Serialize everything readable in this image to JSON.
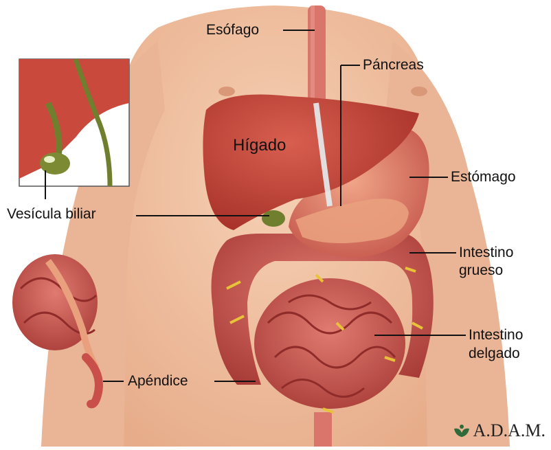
{
  "labels": {
    "esofago": "Esófago",
    "pancreas": "Páncreas",
    "higado": "Hígado",
    "estomago": "Estómago",
    "vesicula": "Vesícula biliar",
    "intestino_grueso_1": "Intestino",
    "intestino_grueso_2": "grueso",
    "intestino_delgado_1": "Intestino",
    "intestino_delgado_2": "delgado",
    "apendice": "Apéndice"
  },
  "logo": {
    "text": "A.D.A.M.",
    "icon": "adam-leaf-icon"
  },
  "colors": {
    "skin": "#f2c4a3",
    "liver": "#c8463a",
    "stomach": "#d9745e",
    "intestine": "#c9504a",
    "fat": "#e8c33a",
    "gallbladder": "#6f7f2e"
  }
}
